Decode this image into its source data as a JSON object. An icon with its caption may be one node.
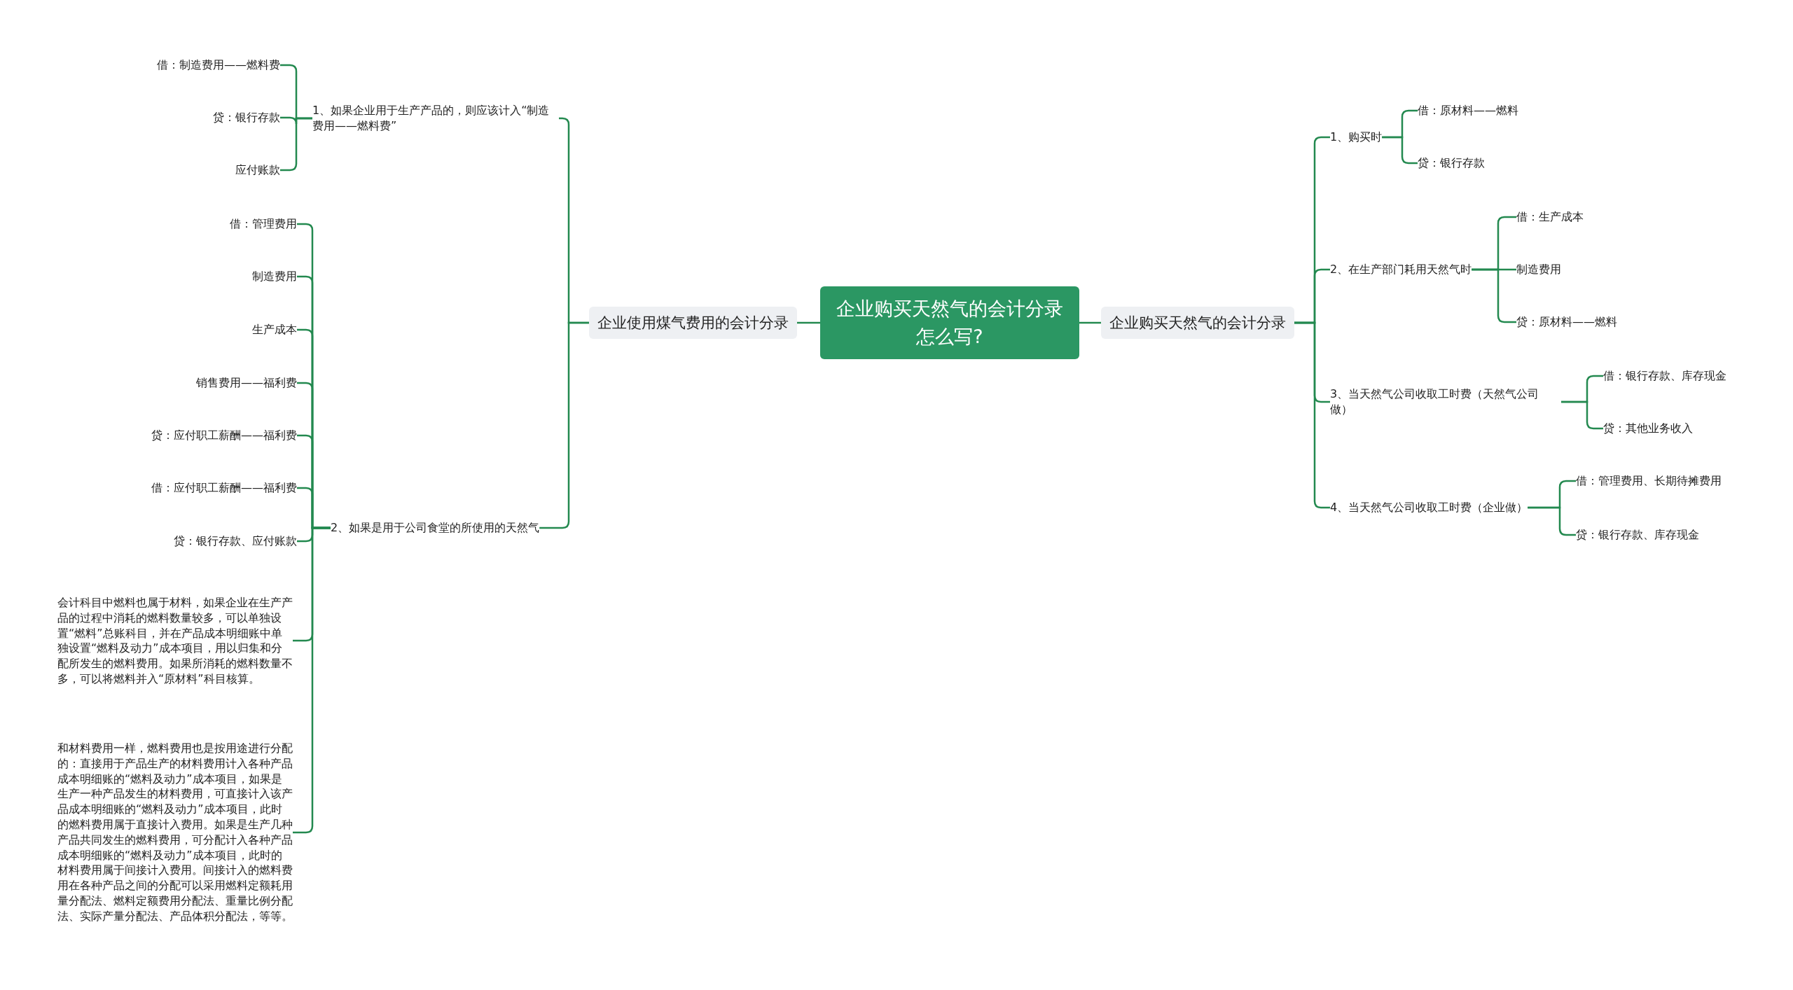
{
  "diagram": {
    "nodes": [
      {
        "text": [
          "企业购买天然气的会计分录怎么写?"
        ]
      },
      {
        "text": [
          "企业使用煤气费用的会计分录"
        ]
      },
      {
        "text": [
          "企业购买天然气的会计分录"
        ]
      },
      {
        "text": [
          "1、如果企业用于生产产品的，则应该计入“制造费用——燃料费”"
        ]
      },
      {
        "text": [
          "借：制造费用——燃料费"
        ]
      },
      {
        "text": [
          "贷：银行存款"
        ]
      },
      {
        "text": [
          "应付账款"
        ]
      },
      {
        "text": [
          "2、如果是用于公司食堂的所使用的天然气"
        ]
      },
      {
        "text": [
          "借：管理费用"
        ]
      },
      {
        "text": [
          "制造费用"
        ]
      },
      {
        "text": [
          "生产成本"
        ]
      },
      {
        "text": [
          "销售费用——福利费"
        ]
      },
      {
        "text": [
          "贷：应付职工薪酬——福利费"
        ]
      },
      {
        "text": [
          "借：应付职工薪酬——福利费"
        ]
      },
      {
        "text": [
          "贷：银行存款、应付账款"
        ]
      },
      {
        "text": [
          "会计科目中燃料也属于材料，如果企业在生产产品的过程中消耗的燃料数量较多，可以单独设置“燃料”总账科目，并在产品成本明细账中单独设置“燃料及动力”成本项目，用以归集和分配所发生的燃料费用。如果所消耗的燃料数量不多，可以将燃料并入“原材料”科目核算。"
        ]
      },
      {
        "text": [
          "和材料费用一样，燃料费用也是按用途进行分配的：直接用于产品生产的材料费用计入各种产品成本明细账的“燃料及动力”成本项目，如果是生产一种产品发生的材料费用，可直接计入该产品成本明细账的“燃料及动力”成本项目，此时的燃料费用属于直接计入费用。如果是生产几种产品共同发生的燃料费用，可分配计入各种产品成本明细账的“燃料及动力”成本项目，此时的材料费用属于间接计入费用。间接计入的燃料费用在各种产品之间的分配可以采用燃料定额耗用量分配法、燃料定额费用分配法、重量比例分配法、实际产量分配法、产品体积分配法，等等。"
        ]
      },
      {
        "text": [
          "1、购买时"
        ]
      },
      {
        "text": [
          "借：原材料——燃料"
        ]
      },
      {
        "text": [
          "贷：银行存款"
        ]
      },
      {
        "text": [
          "2、在生产部门耗用天然气时"
        ]
      },
      {
        "text": [
          "借：生产成本"
        ]
      },
      {
        "text": [
          "制造费用"
        ]
      },
      {
        "text": [
          "贷：原材料——燃料"
        ]
      },
      {
        "text": [
          "3、当天然气公司收取工时费（天然气公司做）"
        ]
      },
      {
        "text": [
          "借：银行存款、库存现金"
        ]
      },
      {
        "text": [
          "贷：其他业务收入"
        ]
      },
      {
        "text": [
          "4、当天然气公司收取工时费（企业做）"
        ]
      },
      {
        "text": [
          "借：管理费用、长期待摊费用"
        ]
      },
      {
        "text": [
          "贷：银行存款、库存现金"
        ]
      }
    ],
    "edges": [
      {
        "from": 0,
        "to": 1,
        "arrow": "none"
      },
      {
        "from": 0,
        "to": 2,
        "arrow": "none"
      },
      {
        "from": 1,
        "to": 3,
        "arrow": "none"
      },
      {
        "from": 1,
        "to": 7,
        "arrow": "none"
      },
      {
        "from": 3,
        "to": 4,
        "arrow": "none"
      },
      {
        "from": 3,
        "to": 5,
        "arrow": "none"
      },
      {
        "from": 3,
        "to": 6,
        "arrow": "none"
      },
      {
        "from": 7,
        "to": 8,
        "arrow": "none"
      },
      {
        "from": 7,
        "to": 9,
        "arrow": "none"
      },
      {
        "from": 7,
        "to": 10,
        "arrow": "none"
      },
      {
        "from": 7,
        "to": 11,
        "arrow": "none"
      },
      {
        "from": 7,
        "to": 12,
        "arrow": "none"
      },
      {
        "from": 7,
        "to": 13,
        "arrow": "none"
      },
      {
        "from": 7,
        "to": 14,
        "arrow": "none"
      },
      {
        "from": 7,
        "to": 15,
        "arrow": "none"
      },
      {
        "from": 7,
        "to": 16,
        "arrow": "none"
      },
      {
        "from": 2,
        "to": 17,
        "arrow": "none"
      },
      {
        "from": 2,
        "to": 20,
        "arrow": "none"
      },
      {
        "from": 2,
        "to": 24,
        "arrow": "none"
      },
      {
        "from": 2,
        "to": 27,
        "arrow": "none"
      },
      {
        "from": 17,
        "to": 18,
        "arrow": "none"
      },
      {
        "from": 17,
        "to": 19,
        "arrow": "none"
      },
      {
        "from": 20,
        "to": 21,
        "arrow": "none"
      },
      {
        "from": 20,
        "to": 22,
        "arrow": "none"
      },
      {
        "from": 20,
        "to": 23,
        "arrow": "none"
      },
      {
        "from": 24,
        "to": 25,
        "arrow": "none"
      },
      {
        "from": 24,
        "to": 26,
        "arrow": "none"
      },
      {
        "from": 27,
        "to": 28,
        "arrow": "none"
      },
      {
        "from": 27,
        "to": 29,
        "arrow": "none"
      }
    ]
  }
}
